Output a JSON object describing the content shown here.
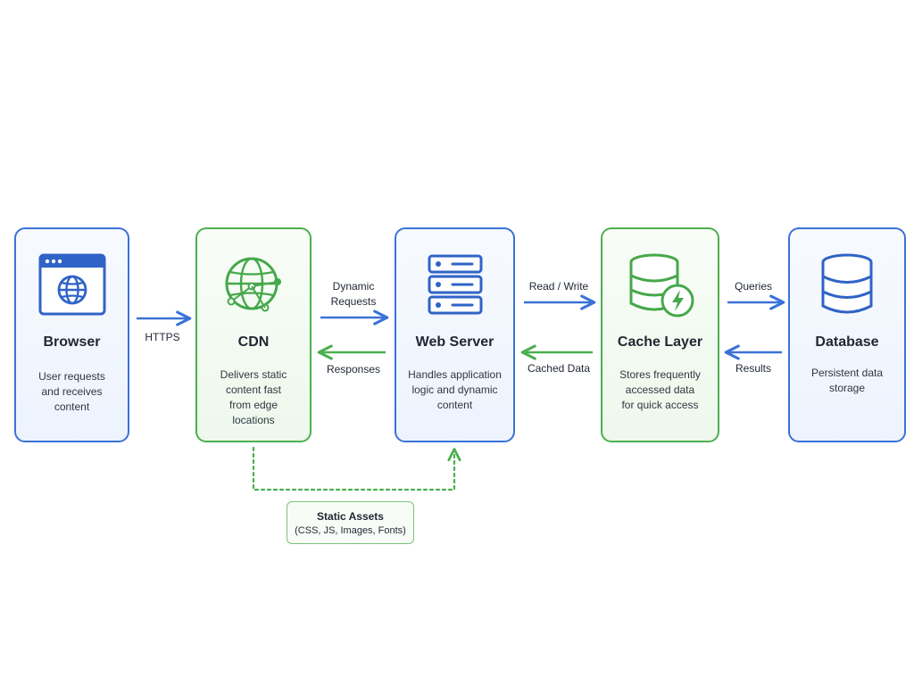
{
  "nodes": {
    "browser": {
      "title": "Browser",
      "desc": "User requests\nand receives\ncontent",
      "icon": "browser-globe-icon"
    },
    "cdn": {
      "title": "CDN",
      "desc": "Delivers static\ncontent fast\nfrom edge\nlocations",
      "icon": "network-globe-icon"
    },
    "web_server": {
      "title": "Web Server",
      "desc": "Handles application\nlogic and dynamic\ncontent",
      "icon": "server-rack-icon"
    },
    "cache": {
      "title": "Cache Layer",
      "desc": "Stores frequently\naccessed data\nfor quick access",
      "icon": "database-bolt-icon"
    },
    "database": {
      "title": "Database",
      "desc": "Persistent data\nstorage",
      "icon": "database-icon"
    }
  },
  "edges": {
    "https": "HTTPS",
    "dynamic_requests": "Dynamic\nRequests",
    "responses": "Responses",
    "read_write": "Read / Write",
    "cached_data": "Cached Data",
    "queries": "Queries",
    "results": "Results"
  },
  "static_assets": {
    "title": "Static Assets",
    "subtitle": "(CSS, JS, Images, Fonts)"
  },
  "colors": {
    "blue": "#3a72d8",
    "green": "#4caf50"
  }
}
